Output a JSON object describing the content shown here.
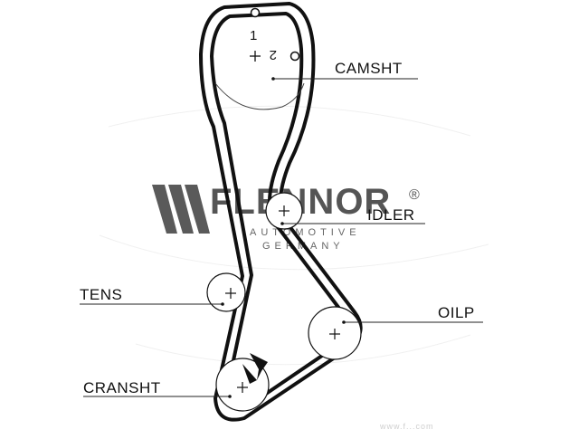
{
  "diagram": {
    "labels": {
      "camshaft": "CAMSHT",
      "idler": "IDLER",
      "tensioner": "TENS",
      "oil_pump": "OILP",
      "crankshaft": "CRANSHT"
    },
    "markers": {
      "one": "1",
      "two": "2"
    }
  },
  "watermark": {
    "brand": "FLENNOR",
    "registered": "®",
    "line1": "AUTOMOTIVE",
    "line2": "GERMANY"
  },
  "footer_text": "www.f...com",
  "colors": {
    "belt": "#111111",
    "line": "#222222",
    "watermark": "#555555"
  }
}
